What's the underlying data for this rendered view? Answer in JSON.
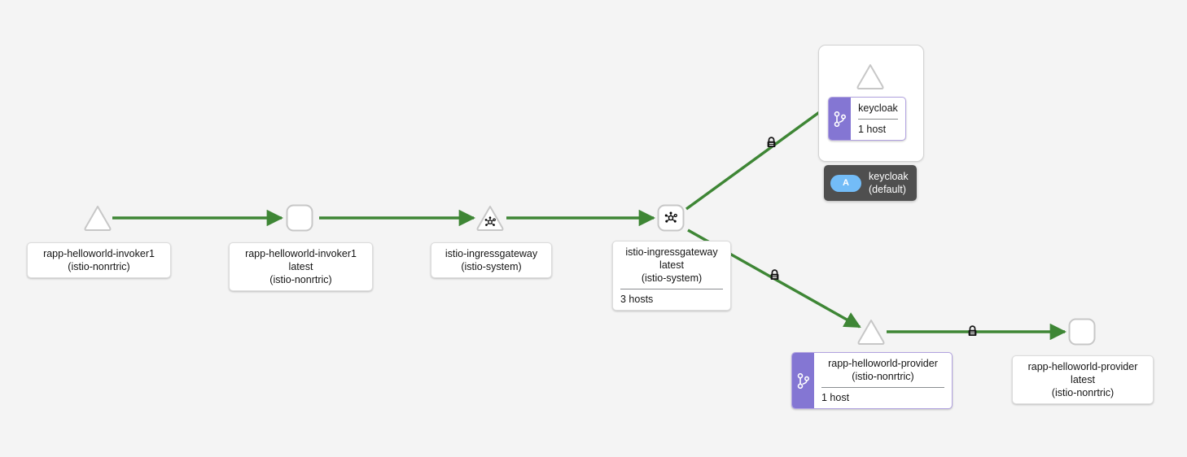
{
  "graph": {
    "background_color": "#f4f4f4",
    "edge_color": "#3e8635",
    "badge_color": "#8476d3",
    "tooltip_bg_color": "#4f4f4f",
    "tooltip_badge_color": "#73bcf7"
  },
  "nodes": [
    {
      "id": "rapp-helloworld-invoker1-app",
      "shape": "triangle",
      "icon": "app-triangle-icon",
      "label": {
        "lines": [
          "rapp-helloworld-invoker1",
          "(istio-nonrtric)"
        ],
        "extra": "",
        "badge": false,
        "badge_icon": ""
      }
    },
    {
      "id": "rapp-helloworld-invoker1-workload",
      "shape": "rounded-square",
      "icon": "workload-square-icon",
      "label": {
        "lines": [
          "rapp-helloworld-invoker1",
          "latest",
          "(istio-nonrtric)"
        ],
        "extra": "",
        "badge": false,
        "badge_icon": ""
      }
    },
    {
      "id": "istio-ingressgateway-app",
      "shape": "triangle",
      "icon": "service-star-icon",
      "label": {
        "lines": [
          "istio-ingressgateway",
          "(istio-system)"
        ],
        "extra": "",
        "badge": false,
        "badge_icon": ""
      }
    },
    {
      "id": "istio-ingressgateway-workload",
      "shape": "rounded-square",
      "icon": "service-star-icon",
      "label": {
        "lines": [
          "istio-ingressgateway",
          "latest",
          "(istio-system)"
        ],
        "extra": "3 hosts",
        "badge": false,
        "badge_icon": ""
      }
    },
    {
      "id": "keycloak-app",
      "shape": "triangle",
      "icon": "app-triangle-icon",
      "label": {
        "lines": [
          "keycloak"
        ],
        "extra": "1 host",
        "badge": true,
        "badge_icon": "code-branch-icon"
      }
    },
    {
      "id": "rapp-helloworld-provider-app",
      "shape": "triangle",
      "icon": "app-triangle-icon",
      "label": {
        "lines": [
          "rapp-helloworld-provider",
          "(istio-nonrtric)"
        ],
        "extra": "1 host",
        "badge": true,
        "badge_icon": "code-branch-icon"
      }
    },
    {
      "id": "rapp-helloworld-provider-workload",
      "shape": "rounded-square",
      "icon": "workload-square-icon",
      "label": {
        "lines": [
          "rapp-helloworld-provider",
          "latest",
          "(istio-nonrtric)"
        ],
        "extra": "",
        "badge": false,
        "badge_icon": ""
      }
    }
  ],
  "tooltip": {
    "badge_label": "A",
    "lines": [
      "keycloak",
      "(default)"
    ]
  },
  "edge_locks": [
    {
      "name": "edge-lock-keycloak",
      "icon": "lock-icon"
    },
    {
      "name": "edge-lock-provider-app",
      "icon": "lock-icon"
    },
    {
      "name": "edge-lock-provider-workload",
      "icon": "lock-icon"
    }
  ]
}
